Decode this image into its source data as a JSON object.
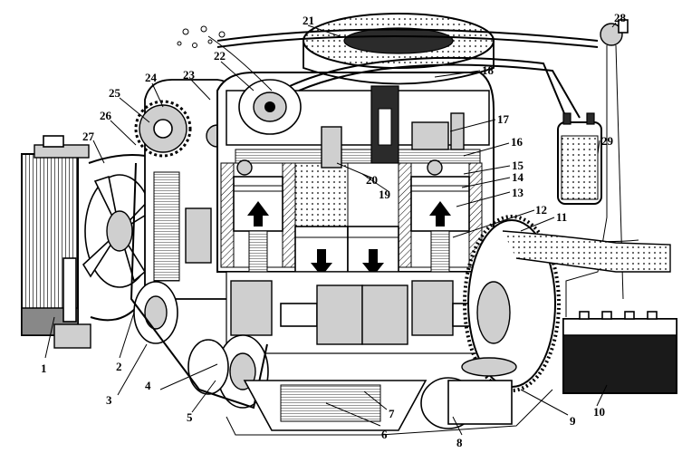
{
  "figure": {
    "labels": [
      "1",
      "2",
      "3",
      "4",
      "5",
      "6",
      "7",
      "8",
      "9",
      "10",
      "11",
      "12",
      "13",
      "14",
      "15",
      "16",
      "17",
      "18",
      "19",
      "20",
      "21",
      "22",
      "23",
      "24",
      "25",
      "26",
      "27",
      "28",
      "29"
    ]
  }
}
